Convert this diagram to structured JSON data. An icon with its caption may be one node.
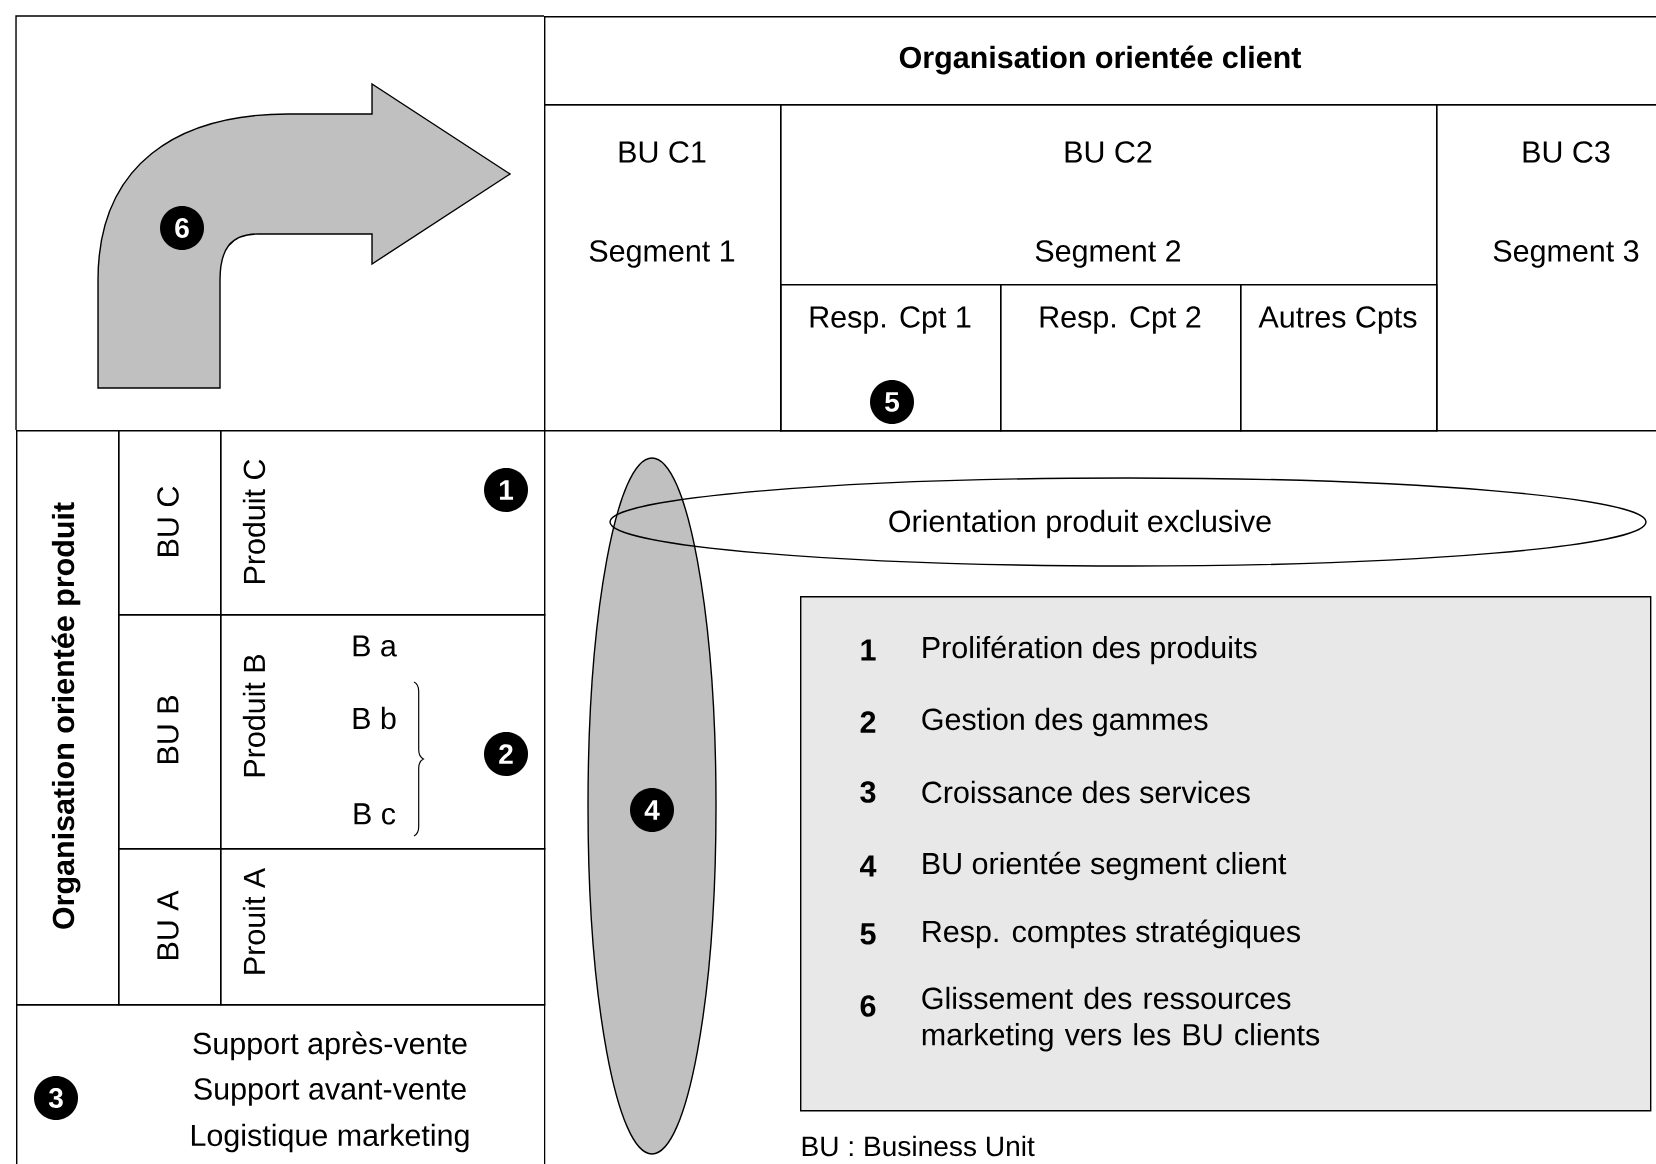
{
  "diagram": {
    "nodes": [
      {
        "text": [
          "Organisation orientée client"
        ]
      },
      {
        "text": [
          "BU C1",
          "Segment 1"
        ]
      },
      {
        "text": [
          "BU C2",
          "Segment 2"
        ]
      },
      {
        "text": [
          "Resp. Cpt 1"
        ],
        "in": 2
      },
      {
        "text": [
          "5"
        ],
        "in": 3
      },
      {
        "text": [
          "Resp. Cpt 2"
        ],
        "in": 2
      },
      {
        "text": [
          "Autres Cpts"
        ],
        "in": 2
      },
      {
        "text": [
          "BU C3",
          "Segment 3"
        ]
      },
      {
        "text": [],
        "shape": "arrow"
      },
      {
        "text": [
          "6"
        ],
        "in": 8
      },
      {
        "text": [
          "Organisation orientée produit"
        ]
      },
      {
        "text": [
          "BU C"
        ]
      },
      {
        "text": [
          "Produit C"
        ]
      },
      {
        "text": [
          "1"
        ],
        "in": 12
      },
      {
        "text": [
          "BU B"
        ]
      },
      {
        "text": [
          "Produit B",
          "B a",
          "B b",
          "B c"
        ]
      },
      {
        "text": [
          "2"
        ],
        "in": 15
      },
      {
        "text": [
          "BU A"
        ]
      },
      {
        "text": [
          "Prouit A"
        ]
      },
      {
        "text": [
          "Support après-vente",
          "Support avant-vente",
          "Logistique marketing"
        ]
      },
      {
        "text": [
          "3"
        ],
        "in": 19
      },
      {
        "text": [],
        "shape": "ellipse"
      },
      {
        "text": [
          "4"
        ],
        "in": 21
      },
      {
        "text": [
          "Orientation produit exclusive"
        ]
      },
      {
        "text": [
          "1",
          "Prolifération des produits",
          "2",
          "Gestion des gammes",
          "3",
          "Croissance des services",
          "4",
          "BU orientée segment client",
          "5",
          "Resp. comptes stratégiques",
          "6",
          "Glissement des ressources marketing vers les BU clients"
        ]
      }
    ],
    "labels": [
      "BU : Business Unit"
    ]
  }
}
